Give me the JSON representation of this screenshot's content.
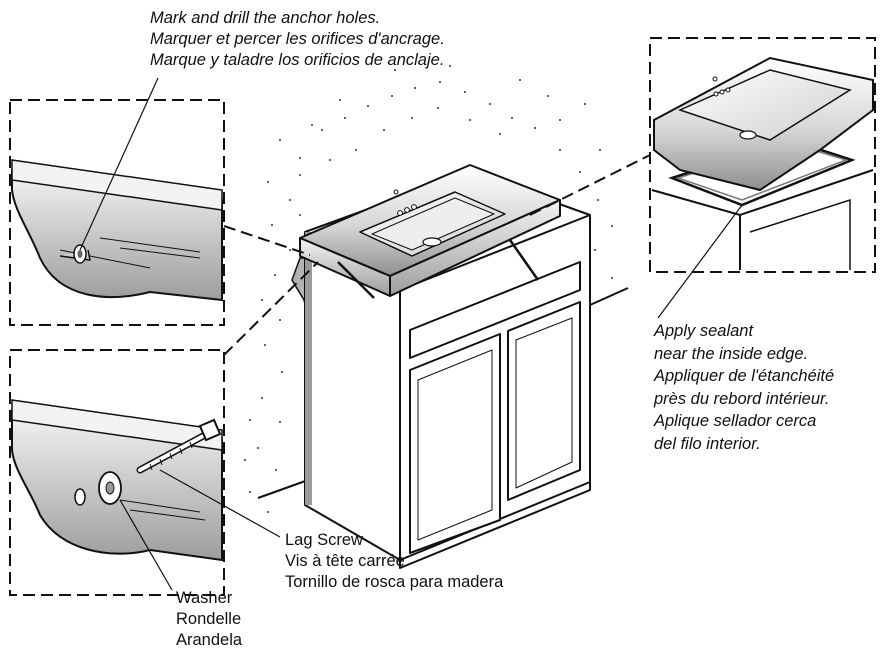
{
  "callouts": {
    "anchor_holes": {
      "en": "Mark and drill the anchor holes.",
      "fr": "Marquer et percer les orifices d'ancrage.",
      "es": "Marque y taladre los orificios de anclaje."
    },
    "sealant": {
      "en_1": "Apply sealant",
      "en_2": "near the inside edge.",
      "fr_1": "Appliquer de l'étanchéité",
      "fr_2": "près du rebord intérieur.",
      "es_1": "Aplique sellador cerca",
      "es_2": "del filo interior."
    },
    "lag_screw": {
      "en": "Lag Screw",
      "fr": "Vis à tête carrée",
      "es": "Tornillo de rosca para madera"
    },
    "washer": {
      "en": "Washer",
      "fr": "Rondelle",
      "es": "Arandela"
    }
  },
  "colors": {
    "line": "#111111",
    "shadow": "#9a9a9a",
    "wall_shade": "#b8b8b8",
    "countertop_gradient_dark": "#8f8f8f"
  }
}
